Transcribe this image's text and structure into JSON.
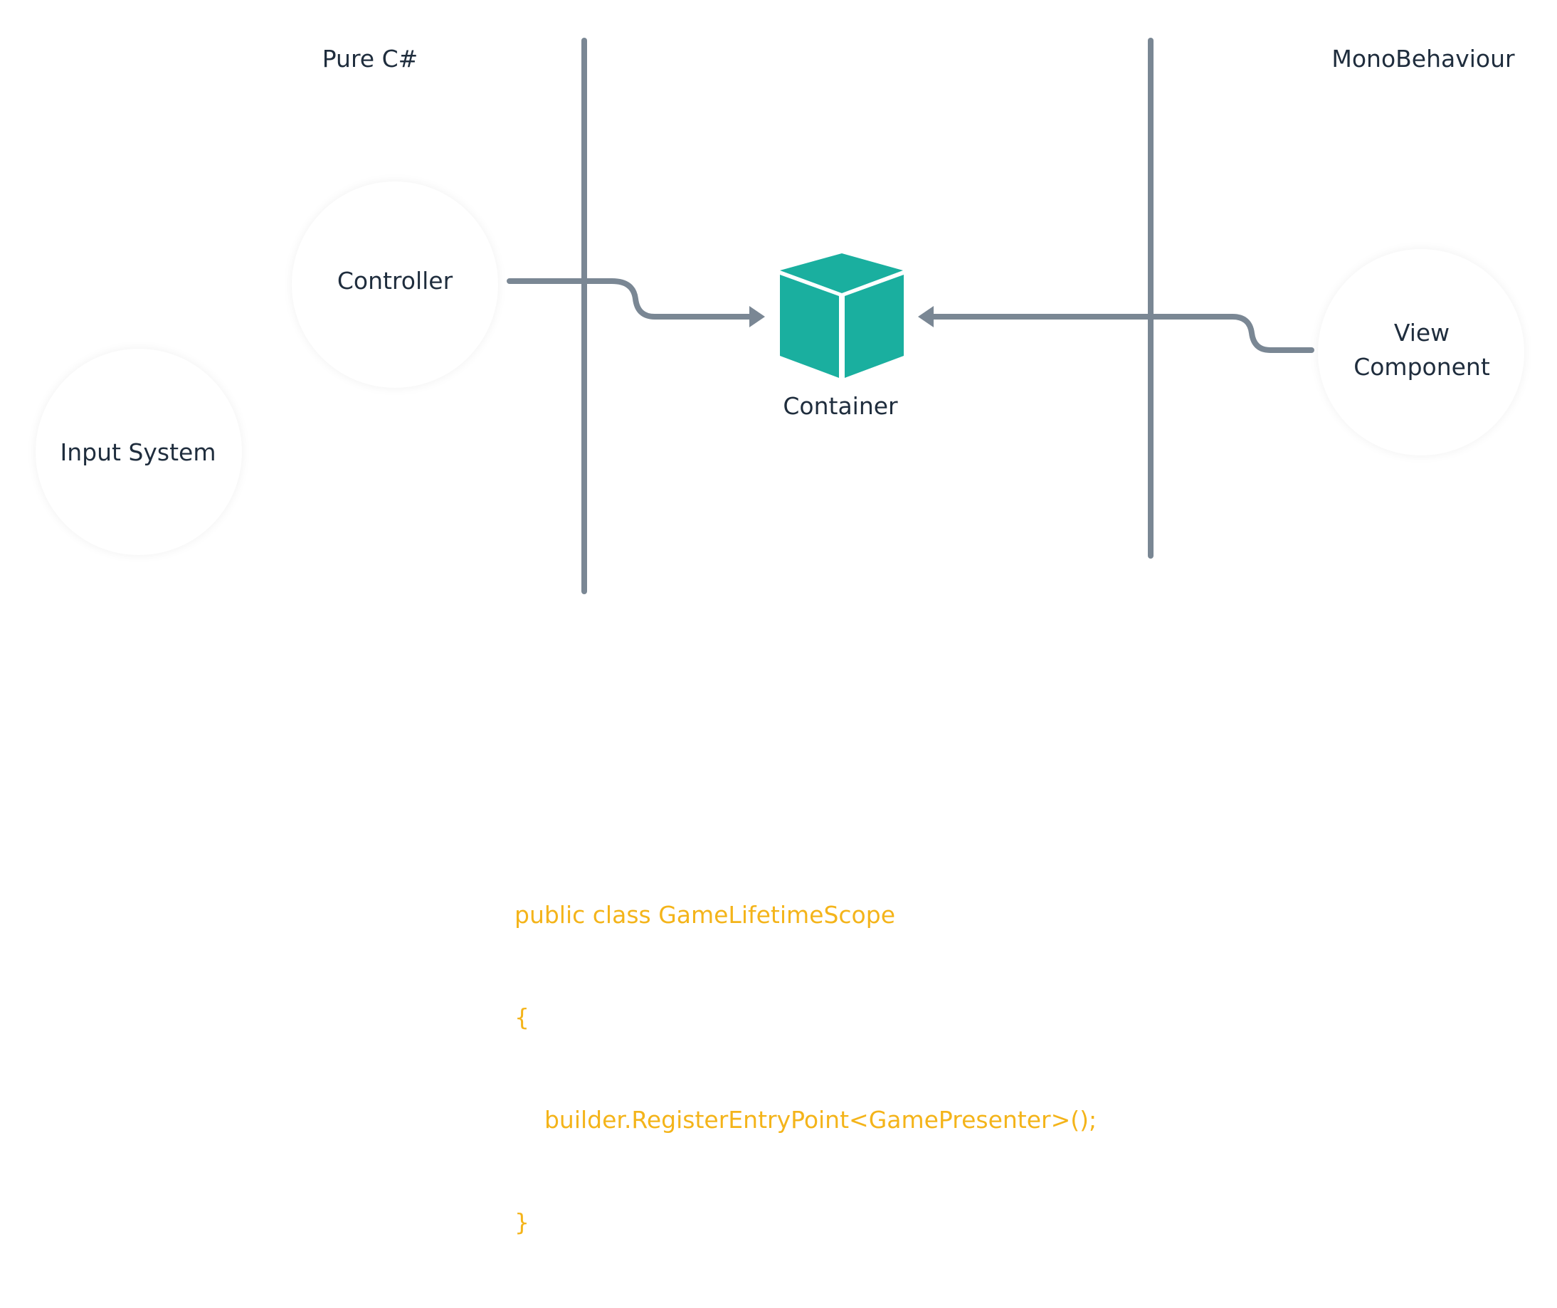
{
  "zones": {
    "left_title": "Pure C#",
    "right_title": "MonoBehaviour"
  },
  "nodes": {
    "input_system": "Input System",
    "controller": "Controller",
    "view_component": [
      "View",
      "Component"
    ],
    "container": "Container"
  },
  "code": [
    "public class GameLifetimeScope",
    "{",
    "    builder.RegisterEntryPoint<GamePresenter>();",
    "}"
  ],
  "colors": {
    "text": "#1f2d3d",
    "divider": "#7a8794",
    "arrow": "#7a8794",
    "container_cube": "#1aaf9f",
    "code": "#f4b41a"
  },
  "icons": {
    "container": "cube-icon"
  }
}
